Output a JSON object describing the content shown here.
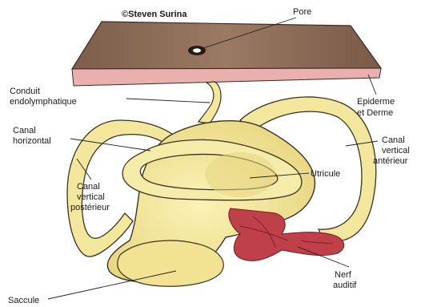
{
  "credit": "©Steven Surina",
  "labels": {
    "pore": "Pore",
    "conduit_l1": "Conduit",
    "conduit_l2": "endolymphatique",
    "epiderme_l1": "Epiderme",
    "epiderme_l2": "et Derme",
    "canal_h_l1": "Canal",
    "canal_h_l2": "horizontal",
    "canal_va_l1": "Canal",
    "canal_va_l2": "vertical",
    "canal_va_l3": "antérieur",
    "canal_vp_l1": "Canal",
    "canal_vp_l2": "vertical",
    "canal_vp_l3": "postérieur",
    "utricule": "Utricule",
    "saccule": "Saccule",
    "nerf_l1": "Nerf",
    "nerf_l2": "auditif"
  },
  "colors": {
    "skin_top": "#8a6a55",
    "skin_edge": "#e7aaa8",
    "labyrinth_fill": "#f3e79d",
    "labyrinth_shade": "#d9c76a",
    "labyrinth_outline": "#3a3320",
    "nerve": "#c0404a",
    "nerve_dark": "#8e2a33"
  }
}
